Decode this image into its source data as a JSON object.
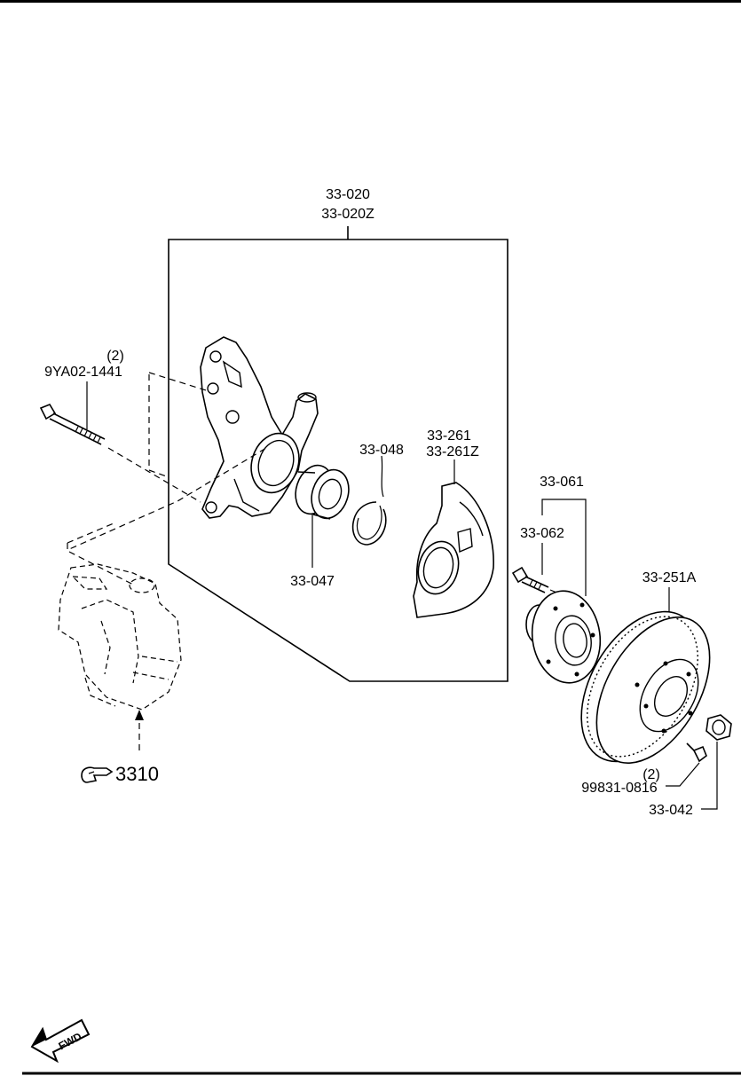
{
  "labels": {
    "knuckle_assy": "33-020",
    "knuckle_assy_z": "33-020Z",
    "bolt_qty": "(2)",
    "bolt": "9YA02-1441",
    "snap_ring": "33-048",
    "bearing": "33-047",
    "dust_cover": "33-261",
    "dust_cover_z": "33-261Z",
    "hub_assy": "33-061",
    "hub_bolt": "33-062",
    "disc": "33-251A",
    "disc_screw_qty": "(2)",
    "disc_screw": "99831-0816",
    "lock_nut": "33-042",
    "caliper_ref": "3310"
  },
  "icons": {
    "reference_hand": "pointing-hand-icon",
    "forward": "fwd-arrow-icon"
  },
  "fwd_text": "FWD"
}
